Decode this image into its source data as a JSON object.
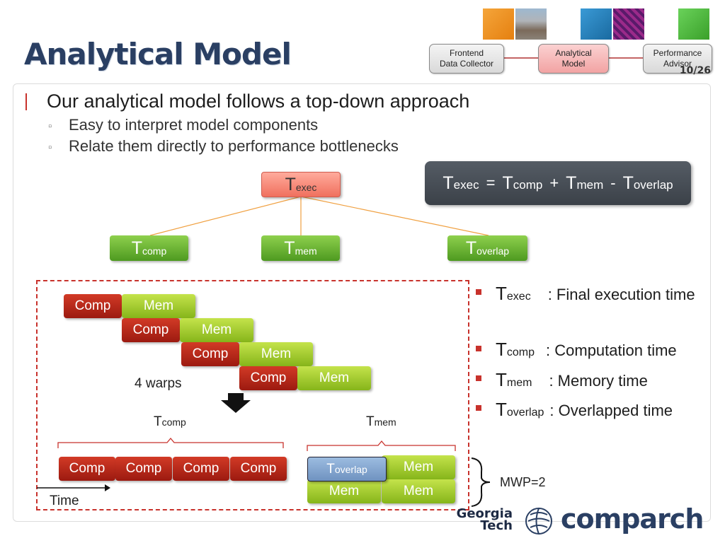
{
  "header": {
    "title": "Analytical Model",
    "page": "10/26"
  },
  "nav": {
    "frontend": "Frontend\nData Collector",
    "analytical": "Analytical\nModel",
    "advisor": "Performance\nAdvisor"
  },
  "bullets": {
    "main": "Our analytical model follows a top-down approach",
    "sub1": "Easy to interpret model components",
    "sub2": "Relate them directly to performance bottlenecks"
  },
  "tree": {
    "root": "T",
    "root_sub": "exec",
    "comp": "T",
    "comp_sub": "comp",
    "mem": "T",
    "mem_sub": "mem",
    "overlap": "T",
    "overlap_sub": "overlap"
  },
  "formula": {
    "t1": "T",
    "s1": "exec",
    "eq": "=",
    "t2": "T",
    "s2": "comp",
    "plus": "+",
    "t3": "T",
    "s3": "mem",
    "minus": "-",
    "t4": "T",
    "s4": "overlap"
  },
  "warps": {
    "comp": "Comp",
    "mem": "Mem",
    "label": "4 warps"
  },
  "timeline": {
    "tcomp": "T",
    "tcomp_sub": "comp",
    "tmem": "T",
    "tmem_sub": "mem",
    "overlap": "T",
    "overlap_sub": "overlap",
    "mwp": "MWP=2",
    "time": "Time"
  },
  "legend": [
    {
      "sym": "T",
      "sub": "exec",
      "desc": ": Final execution time"
    },
    {
      "sym": "T",
      "sub": "comp",
      "desc": ": Computation time"
    },
    {
      "sym": "T",
      "sub": "mem",
      "desc": ": Memory time"
    },
    {
      "sym": "T",
      "sub": "overlap",
      "desc": ": Overlapped time"
    }
  ],
  "logos": {
    "gt1": "Georgia",
    "gt2": "Tech",
    "comparch": "comparch"
  },
  "colors": {
    "title": "#2a3f63",
    "comp": "#b82a1a",
    "mem": "#a5cc2d",
    "green": "#6bb535",
    "accent": "#c8322c"
  }
}
